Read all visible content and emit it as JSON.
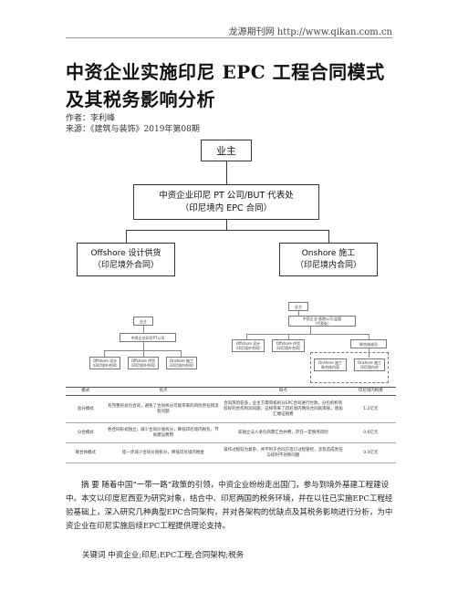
{
  "header": {
    "site": "龙源期刊网 http://www.qikan.com.cn"
  },
  "article": {
    "title": "中资企业实施印尼 EPC 工程合同模式及其税务影响分析",
    "author_label": "作者：",
    "author": "李利峰",
    "source_label": "来源：",
    "source": "《建筑与装饰》2019年第08期"
  },
  "diagram_main": {
    "owner": "业主",
    "office": "中资企业印尼 PT 公司/BUT 代表处\n（印尼境内 EPC 合同）",
    "offshore": "Offshore 设计供货\n（印尼境外合同）",
    "onshore": "Onshore 施工\n（印尼境内合同）"
  },
  "diagram_a": {
    "owner": "业主",
    "office": "中资企业印尼PT公司",
    "left": "Offshore 设计\n（印尼境外合同）",
    "mid": "Offshore 供货\n（印尼境外合同）",
    "right": "Onshore 施工\n（印尼境内合同）"
  },
  "diagram_b": {
    "owner": "业主",
    "office": "中资企业·香港公司·监管\n（代表处）",
    "left": "Offshore 设计\n（印尼境外合同）",
    "mid": "Offshore 供货\n（印尼境外合同）",
    "right": "联合体成员",
    "sub_left": "Onshore 施工\n联合体内容",
    "sub_right": "Onshore 施工\n印尼境内合"
  },
  "table": {
    "headers": [
      "模式",
      "优点",
      "缺点",
      "印尼境内税费"
    ],
    "rows": [
      [
        "总分模式",
        "有完整的总包合同，避免了合同拆分可能带来的风险责任和流程问题",
        "合同风险较多，业主方需审核拆分EPC合同进行付款，分包机构有较好的合作利润问题，这样带来了印尼境内两份合同就审核，增加汇缴征税费",
        "1.2亿元"
      ],
      [
        "分合模式",
        "各合同形式独立，减少合同价值拆分，降低印尼境内税负，节省建设费用",
        "非独立法人承包商需汇合并费，存在一定税务风险",
        "0.6亿元"
      ],
      [
        "联合体模式",
        "提一步减少合同价值拆分，降低印尼境内税金",
        "操作过程较为复杂，共不利于合同方签订过程管控，涉及造成责任与权利不对称问题",
        "0.3亿元"
      ]
    ]
  },
  "abstract": {
    "label": "摘 要",
    "text": "随着中国“一带一路”政策的引领，中资企业纷纷走出国门，参与到境外基建工程建设中。本文以印度尼西亚为研究对象，结合中、印尼两国的税务环境，并在以往已实施EPC工程经验基础上，深入研究几种典型EPC合同架构，并对各架构的优缺点及其税务影响进行分析，为中资企业在印尼实施后续EPC工程提供理论支持。"
  },
  "keywords": {
    "label": "关键词",
    "text": "中资企业;印尼;EPC工程;合同架构;税务"
  }
}
